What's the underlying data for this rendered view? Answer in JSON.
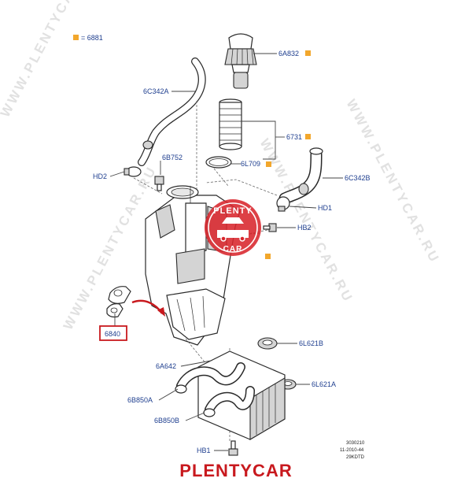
{
  "legend": {
    "text": "= 6881",
    "square_color": "#f2a72c"
  },
  "parts": {
    "p_6A832": "6A832",
    "p_6C342A": "6C342A",
    "p_6731": "6731",
    "p_6B752": "6B752",
    "p_6L709": "6L709",
    "p_HD2": "HD2",
    "p_6C342B": "6C342B",
    "p_HD1": "HD1",
    "p_HB2": "HB2",
    "p_6840": "6840",
    "p_6L621B": "6L621B",
    "p_6A642": "6A642",
    "p_6L621A": "6L621A",
    "p_6B850A": "6B850A",
    "p_6B850B": "6B850B",
    "p_HB1": "HB1"
  },
  "drawing_codes": {
    "line1": "3030210",
    "line2": "11-2010-44",
    "line3": "29KDTD"
  },
  "stamp": {
    "top": "PLENTY",
    "bottom": "CAR",
    "color": "#d8262c"
  },
  "watermark": {
    "text": "WWW.PLENTYCAR.RU"
  },
  "footer": {
    "brand": "PLENTYCAR",
    "color": "#c8191e"
  },
  "colors": {
    "label": "#1f3f8f",
    "highlight_box": "#c8191e",
    "arrow": "#c8191e",
    "marker": "#f2a72c"
  }
}
